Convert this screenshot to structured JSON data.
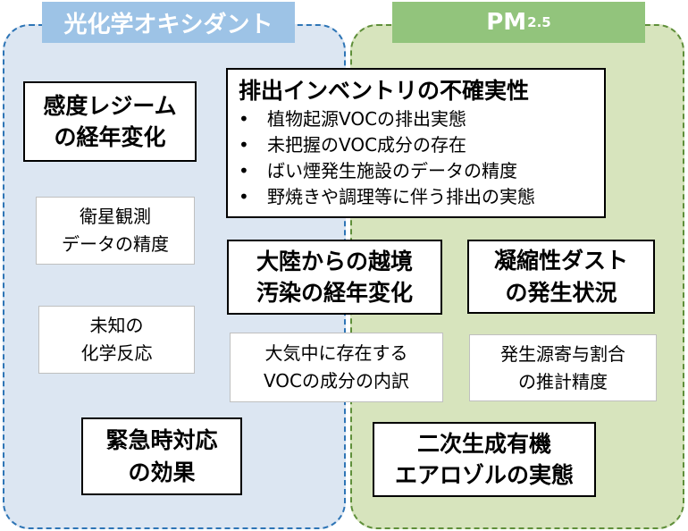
{
  "regions": {
    "photochemical_oxidant": {
      "title": "光化学オキシダント"
    },
    "pm25": {
      "title_main": "PM",
      "title_sub": "2.5"
    }
  },
  "boxes": {
    "regime_trend": {
      "lines": [
        "感度レジーム",
        "の経年変化"
      ]
    },
    "satellite": {
      "lines": [
        "衛星観測",
        "データの精度"
      ]
    },
    "unknown_chem": {
      "lines": [
        "未知の",
        "化学反応"
      ]
    },
    "emergency": {
      "lines": [
        "緊急時対応",
        "の効果"
      ]
    },
    "inventory": {
      "title": "排出インベントリの不確実性",
      "bullet": "•",
      "items": [
        "植物起源VOCの排出実態",
        "未把握のVOC成分の存在",
        "ばい煙発生施設のデータの精度",
        "野焼きや調理等に伴う排出の実態"
      ]
    },
    "transboundary": {
      "lines": [
        "大陸からの越境",
        "汚染の経年変化"
      ]
    },
    "voc_breakdown": {
      "lines": [
        "大気中に存在する",
        "VOCの成分の内訳"
      ]
    },
    "dust": {
      "lines": [
        "凝縮性ダスト",
        "の発生状況"
      ]
    },
    "source_contrib": {
      "lines": [
        "発生源寄与割合",
        "の推計精度"
      ]
    },
    "soa": {
      "lines": [
        "二次生成有機",
        "エアロゾルの実態"
      ]
    }
  }
}
